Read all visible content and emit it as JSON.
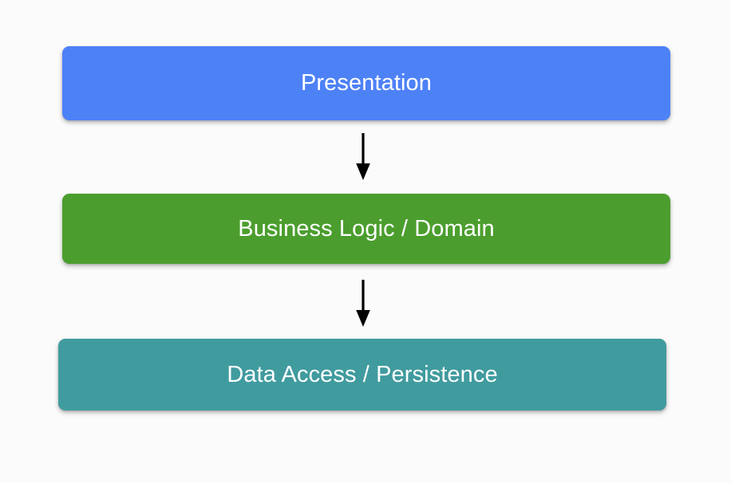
{
  "diagram": {
    "type": "layered-architecture-flow",
    "background_color": "#fbfbfb",
    "orientation": "vertical-top-to-bottom",
    "title": "",
    "nodes": [
      {
        "id": "presentation",
        "label": "Presentation",
        "fill_color": "#4d81f6",
        "text_color": "#ffffff",
        "shape": "rounded-rectangle",
        "order": 1
      },
      {
        "id": "business-logic",
        "label": "Business Logic / Domain",
        "fill_color": "#4b9e2e",
        "text_color": "#ffffff",
        "shape": "rounded-rectangle",
        "order": 2
      },
      {
        "id": "data-access",
        "label": "Data Access / Persistence",
        "fill_color": "#409b9f",
        "text_color": "#ffffff",
        "shape": "rounded-rectangle",
        "order": 3
      }
    ],
    "edges": [
      {
        "id": "presentation-to-business-logic",
        "from": "presentation",
        "to": "business-logic",
        "label": "",
        "color": "#000000",
        "style": "solid",
        "arrowhead": "filled-triangle"
      },
      {
        "id": "business-logic-to-data-access",
        "from": "business-logic",
        "to": "data-access",
        "label": "",
        "color": "#000000",
        "style": "solid",
        "arrowhead": "filled-triangle"
      }
    ]
  }
}
